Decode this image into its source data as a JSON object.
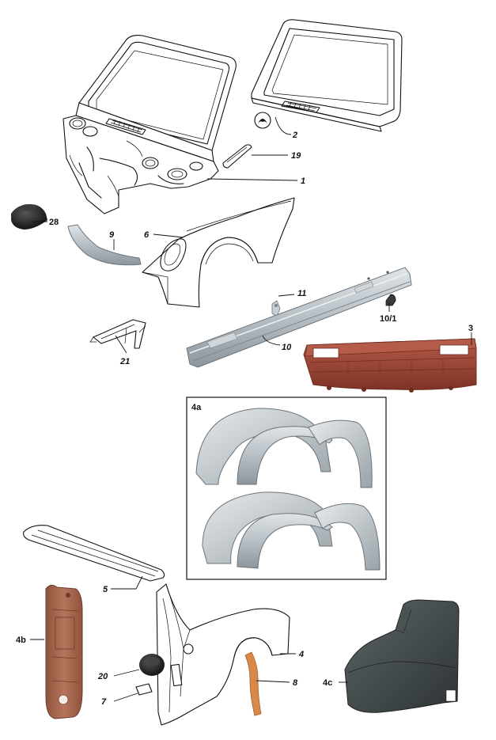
{
  "callouts": {
    "c1": "1",
    "c2": "2",
    "c3": "3",
    "c4": "4",
    "c4a": "4a",
    "c4b": "4b",
    "c4c": "4c",
    "c5": "5",
    "c6": "6",
    "c7": "7",
    "c8": "8",
    "c9": "9",
    "c10": "10",
    "c10_1": "10/1",
    "c11": "11",
    "c19": "19",
    "c20": "20",
    "c21": "21",
    "c28": "28"
  },
  "colors": {
    "primer_red": "#9a4535",
    "primer_red_dark": "#6f2c20",
    "primer_brown": "#a8674d",
    "primer_orange": "#d8894a",
    "bare_steel": "#b8c0c6",
    "bare_steel_dark": "#8b949b",
    "black_primer": "#3c4346",
    "rubber": "#1a1a1a"
  }
}
